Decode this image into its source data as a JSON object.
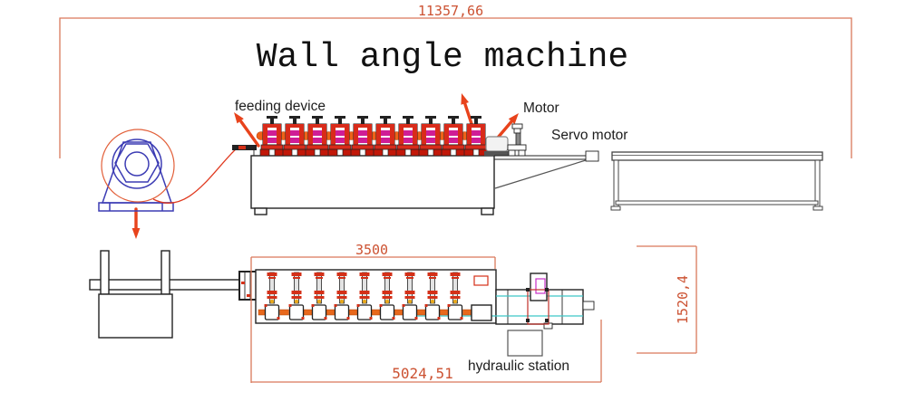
{
  "title": "Wall angle machine",
  "labels": {
    "feeding_device": "feeding device",
    "motor": "Motor",
    "servo_motor": "Servo motor",
    "hydraulic_station": "hydraulic station"
  },
  "dimensions": {
    "overall_length": "11357,66",
    "forming_section_length": "3500",
    "machine_line_length": "5024,51",
    "machine_width": "1520,4"
  },
  "machine": {
    "side_view_station_count": 10,
    "plan_view_station_count": 9
  },
  "colors": {
    "dimension_line": "#d9785a",
    "dimension_text": "#cc5232",
    "arrow_red": "#e8431c",
    "station_red": "#d92b1a",
    "roller_magenta": "#cf1d96",
    "strip_orange": "#ef6218",
    "decoiler_blue": "#3c3cb4",
    "coil_orange": "#e2603a",
    "guide_cyan": "#3ec8c8",
    "line_black": "#222222"
  }
}
